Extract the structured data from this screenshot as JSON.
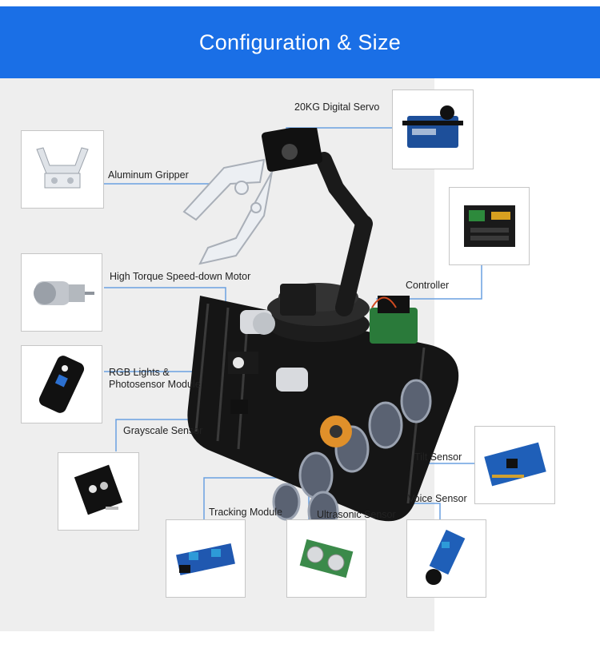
{
  "header": {
    "title": "Configuration & Size"
  },
  "colors": {
    "banner": "#1a6fe6",
    "connector": "#6aa0e0",
    "stage": "#eeeeee"
  },
  "components": {
    "servo": "20KG Digital Servo",
    "gripper": "Aluminum Gripper",
    "controller": "Controller",
    "motor": "High Torque Speed-down Motor",
    "rgb": "RGB Lights & Photosensor Module",
    "grayscale": "Grayscale Sensor",
    "tilt": "Tilt Sensor",
    "voice": "Voice Sensor",
    "tracking": "Tracking Module",
    "ultrasonic": "Ultrasonic Sensor"
  }
}
